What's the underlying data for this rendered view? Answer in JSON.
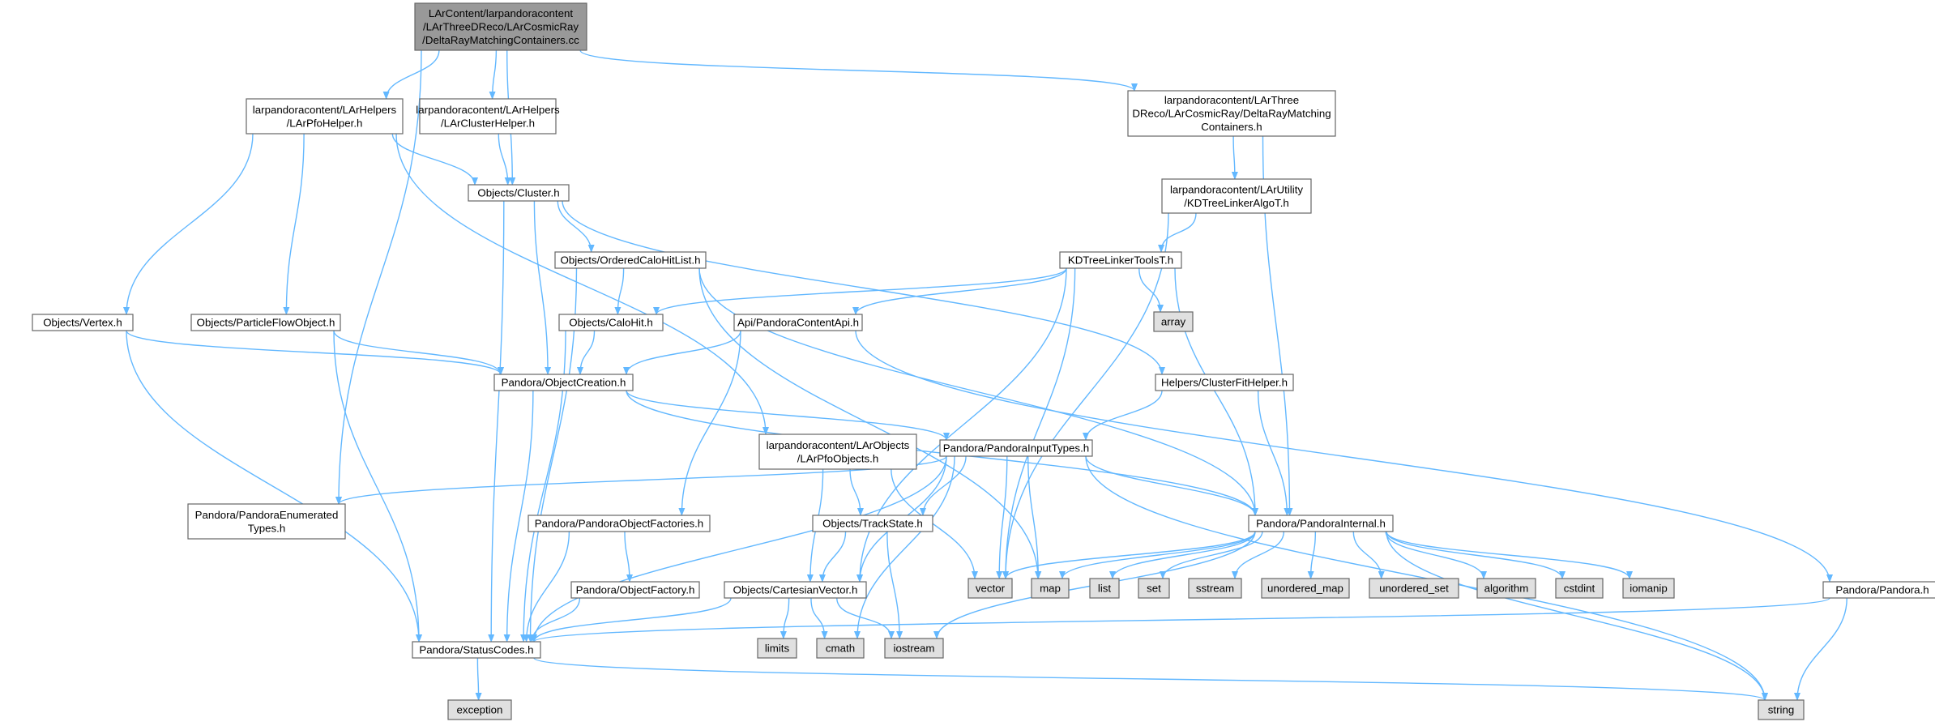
{
  "colors": {
    "background": "#ffffff",
    "edge": "#63b8ff",
    "node_fill": "#ffffff",
    "node_border": "#666666",
    "root_fill": "#999999",
    "external_fill": "#e0e0e0",
    "external_border": "#999999",
    "text": "#000000"
  },
  "nodes": [
    {
      "id": "root",
      "kind": "root",
      "lines": [
        "LArContent/larpandoracontent",
        "/LArThreeDReco/LArCosmicRay",
        "/DeltaRayMatchingContainers.cc"
      ]
    },
    {
      "id": "pfohelper",
      "kind": "file",
      "lines": [
        "larpandoracontent/LArHelpers",
        "/LArPfoHelper.h"
      ]
    },
    {
      "id": "clusterhelper",
      "kind": "file",
      "lines": [
        "larpandoracontent/LArHelpers",
        "/LArClusterHelper.h"
      ]
    },
    {
      "id": "drmc_h",
      "kind": "file",
      "lines": [
        "larpandoracontent/LArThree",
        "DReco/LArCosmicRay/DeltaRayMatching",
        "Containers.h"
      ]
    },
    {
      "id": "kdalgo",
      "kind": "file",
      "lines": [
        "larpandoracontent/LArUtility",
        "/KDTreeLinkerAlgoT.h"
      ]
    },
    {
      "id": "cluster",
      "kind": "file",
      "lines": [
        "Objects/Cluster.h"
      ]
    },
    {
      "id": "kdtools",
      "kind": "file",
      "lines": [
        "KDTreeLinkerToolsT.h"
      ]
    },
    {
      "id": "ochl",
      "kind": "file",
      "lines": [
        "Objects/OrderedCaloHitList.h"
      ]
    },
    {
      "id": "vertex",
      "kind": "file",
      "lines": [
        "Objects/Vertex.h"
      ]
    },
    {
      "id": "pfo",
      "kind": "file",
      "lines": [
        "Objects/ParticleFlowObject.h"
      ]
    },
    {
      "id": "calohit",
      "kind": "file",
      "lines": [
        "Objects/CaloHit.h"
      ]
    },
    {
      "id": "api",
      "kind": "file",
      "lines": [
        "Api/PandoraContentApi.h"
      ]
    },
    {
      "id": "array",
      "kind": "ext",
      "lines": [
        "array"
      ]
    },
    {
      "id": "objcreation",
      "kind": "file",
      "lines": [
        "Pandora/ObjectCreation.h"
      ]
    },
    {
      "id": "clusterfit",
      "kind": "file",
      "lines": [
        "Helpers/ClusterFitHelper.h"
      ]
    },
    {
      "id": "larpfoobj",
      "kind": "file",
      "lines": [
        "larpandoracontent/LArObjects",
        "/LArPfoObjects.h"
      ]
    },
    {
      "id": "inputtypes",
      "kind": "file",
      "lines": [
        "Pandora/PandoraInputTypes.h"
      ]
    },
    {
      "id": "enumtypes",
      "kind": "file",
      "lines": [
        "Pandora/PandoraEnumerated",
        "Types.h"
      ]
    },
    {
      "id": "objfactories",
      "kind": "file",
      "lines": [
        "Pandora/PandoraObjectFactories.h"
      ]
    },
    {
      "id": "trackstate",
      "kind": "file",
      "lines": [
        "Objects/TrackState.h"
      ]
    },
    {
      "id": "internal",
      "kind": "file",
      "lines": [
        "Pandora/PandoraInternal.h"
      ]
    },
    {
      "id": "objfactory",
      "kind": "file",
      "lines": [
        "Pandora/ObjectFactory.h"
      ]
    },
    {
      "id": "cartesian",
      "kind": "file",
      "lines": [
        "Objects/CartesianVector.h"
      ]
    },
    {
      "id": "vector",
      "kind": "ext",
      "lines": [
        "vector"
      ]
    },
    {
      "id": "map",
      "kind": "ext",
      "lines": [
        "map"
      ]
    },
    {
      "id": "list",
      "kind": "ext",
      "lines": [
        "list"
      ]
    },
    {
      "id": "set",
      "kind": "ext",
      "lines": [
        "set"
      ]
    },
    {
      "id": "sstream",
      "kind": "ext",
      "lines": [
        "sstream"
      ]
    },
    {
      "id": "umap",
      "kind": "ext",
      "lines": [
        "unordered_map"
      ]
    },
    {
      "id": "uset",
      "kind": "ext",
      "lines": [
        "unordered_set"
      ]
    },
    {
      "id": "algorithm",
      "kind": "ext",
      "lines": [
        "algorithm"
      ]
    },
    {
      "id": "cstdint",
      "kind": "ext",
      "lines": [
        "cstdint"
      ]
    },
    {
      "id": "iomanip",
      "kind": "ext",
      "lines": [
        "iomanip"
      ]
    },
    {
      "id": "pandora",
      "kind": "file",
      "lines": [
        "Pandora/Pandora.h"
      ]
    },
    {
      "id": "statuscodes",
      "kind": "file",
      "lines": [
        "Pandora/StatusCodes.h"
      ]
    },
    {
      "id": "limits",
      "kind": "ext",
      "lines": [
        "limits"
      ]
    },
    {
      "id": "cmath",
      "kind": "ext",
      "lines": [
        "cmath"
      ]
    },
    {
      "id": "iostream",
      "kind": "ext",
      "lines": [
        "iostream"
      ]
    },
    {
      "id": "exception",
      "kind": "ext",
      "lines": [
        "exception"
      ]
    },
    {
      "id": "string",
      "kind": "ext",
      "lines": [
        "string"
      ]
    }
  ],
  "edges": [
    [
      "root",
      "pfohelper"
    ],
    [
      "root",
      "clusterhelper"
    ],
    [
      "root",
      "cluster"
    ],
    [
      "root",
      "drmc_h"
    ],
    [
      "root",
      "enumtypes"
    ],
    [
      "pfohelper",
      "cluster"
    ],
    [
      "pfohelper",
      "vertex"
    ],
    [
      "pfohelper",
      "pfo"
    ],
    [
      "pfohelper",
      "larpfoobj"
    ],
    [
      "clusterhelper",
      "cluster"
    ],
    [
      "drmc_h",
      "kdalgo"
    ],
    [
      "drmc_h",
      "internal"
    ],
    [
      "kdalgo",
      "kdtools"
    ],
    [
      "kdalgo",
      "vector"
    ],
    [
      "cluster",
      "ochl"
    ],
    [
      "cluster",
      "objcreation"
    ],
    [
      "cluster",
      "clusterfit"
    ],
    [
      "cluster",
      "statuscodes"
    ],
    [
      "kdtools",
      "calohit"
    ],
    [
      "kdtools",
      "api"
    ],
    [
      "kdtools",
      "array"
    ],
    [
      "kdtools",
      "cartesian"
    ],
    [
      "kdtools",
      "internal"
    ],
    [
      "kdtools",
      "vector"
    ],
    [
      "ochl",
      "calohit"
    ],
    [
      "ochl",
      "internal"
    ],
    [
      "ochl",
      "map"
    ],
    [
      "ochl",
      "statuscodes"
    ],
    [
      "vertex",
      "objcreation"
    ],
    [
      "vertex",
      "statuscodes"
    ],
    [
      "pfo",
      "objcreation"
    ],
    [
      "pfo",
      "statuscodes"
    ],
    [
      "calohit",
      "objcreation"
    ],
    [
      "calohit",
      "statuscodes"
    ],
    [
      "api",
      "objcreation"
    ],
    [
      "api",
      "objfactories"
    ],
    [
      "api",
      "pandora"
    ],
    [
      "objcreation",
      "inputtypes"
    ],
    [
      "objcreation",
      "internal"
    ],
    [
      "objcreation",
      "statuscodes"
    ],
    [
      "clusterfit",
      "inputtypes"
    ],
    [
      "clusterfit",
      "internal"
    ],
    [
      "larpfoobj",
      "trackstate"
    ],
    [
      "larpfoobj",
      "cartesian"
    ],
    [
      "larpfoobj",
      "vector"
    ],
    [
      "inputtypes",
      "enumtypes"
    ],
    [
      "inputtypes",
      "trackstate"
    ],
    [
      "inputtypes",
      "cartesian"
    ],
    [
      "inputtypes",
      "internal"
    ],
    [
      "inputtypes",
      "statuscodes"
    ],
    [
      "inputtypes",
      "vector"
    ],
    [
      "inputtypes",
      "map"
    ],
    [
      "inputtypes",
      "cmath"
    ],
    [
      "inputtypes",
      "string"
    ],
    [
      "objfactories",
      "objfactory"
    ],
    [
      "objfactories",
      "statuscodes"
    ],
    [
      "objfactory",
      "statuscodes"
    ],
    [
      "trackstate",
      "cartesian"
    ],
    [
      "trackstate",
      "iostream"
    ],
    [
      "cartesian",
      "statuscodes"
    ],
    [
      "cartesian",
      "limits"
    ],
    [
      "cartesian",
      "cmath"
    ],
    [
      "cartesian",
      "iostream"
    ],
    [
      "internal",
      "vector"
    ],
    [
      "internal",
      "map"
    ],
    [
      "internal",
      "list"
    ],
    [
      "internal",
      "set"
    ],
    [
      "internal",
      "sstream"
    ],
    [
      "internal",
      "umap"
    ],
    [
      "internal",
      "uset"
    ],
    [
      "internal",
      "algorithm"
    ],
    [
      "internal",
      "cstdint"
    ],
    [
      "internal",
      "iomanip"
    ],
    [
      "internal",
      "iostream"
    ],
    [
      "internal",
      "string"
    ],
    [
      "pandora",
      "statuscodes"
    ],
    [
      "pandora",
      "string"
    ],
    [
      "statuscodes",
      "exception"
    ],
    [
      "statuscodes",
      "string"
    ]
  ]
}
